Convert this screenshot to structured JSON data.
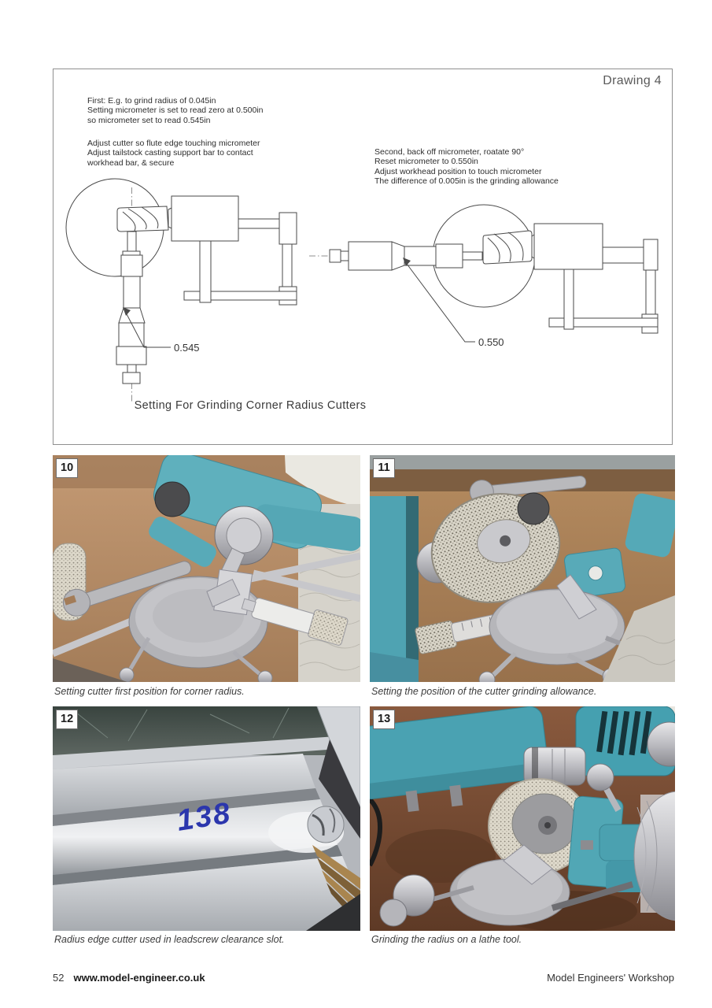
{
  "drawing": {
    "title": "Drawing 4",
    "notes_first": [
      "First: E.g. to grind radius of 0.045in",
      "Setting micrometer is set to read zero at 0.500in",
      "so micrometer set to read 0.545in"
    ],
    "notes_adjust": [
      "Adjust cutter so flute edge touching micrometer",
      "Adjust tailstock casting support bar to contact",
      "workhead bar, & secure"
    ],
    "notes_second": [
      "Second, back off micrometer, roatate 90°",
      "Reset micrometer to 0.550in",
      "Adjust workhead position to touch micrometer",
      "The difference of 0.005in is the grinding allowance"
    ],
    "micrometer_reading_first": "0.545",
    "micrometer_reading_second": "0.550",
    "caption": "Setting For Grinding Corner Radius Cutters"
  },
  "photos": [
    {
      "number": "10",
      "caption": "Setting cutter first position for corner radius."
    },
    {
      "number": "11",
      "caption": "Setting the position of the cutter  grinding allowance."
    },
    {
      "number": "12",
      "caption": "Radius edge cutter used  in leadscrew clearance slot.",
      "marking": "138"
    },
    {
      "number": "13",
      "caption": "Grinding the radius on a lathe tool."
    }
  ],
  "footer": {
    "page_number": "52",
    "website": "www.model-engineer.co.uk",
    "magazine": "Model Engineers' Workshop"
  },
  "colors": {
    "machine_teal": "#52a8b6",
    "bench_wood": "#b08457",
    "rust_brown": "#7c4c34",
    "marker_blue": "#2b36ad",
    "diagram_line": "#4a4a4a"
  }
}
